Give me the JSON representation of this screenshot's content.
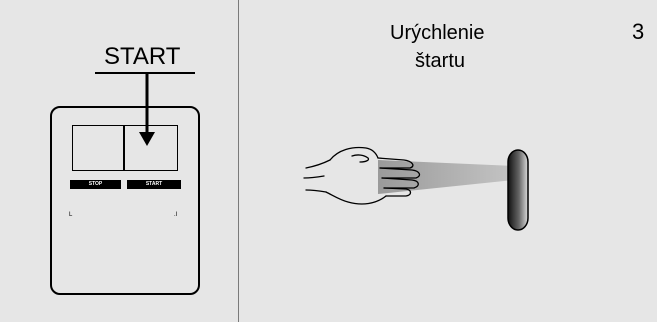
{
  "left": {
    "start_label": "START",
    "device": {
      "stop_label": "STOP",
      "start_label": "START",
      "corner_left": "L",
      "corner_right": ".I"
    }
  },
  "right": {
    "title_line1": "Urýchlenie",
    "title_line2": "štartu",
    "page_number": "3"
  },
  "icons": [
    "down-arrow-icon",
    "hand-icon",
    "sensor-icon",
    "beam"
  ]
}
